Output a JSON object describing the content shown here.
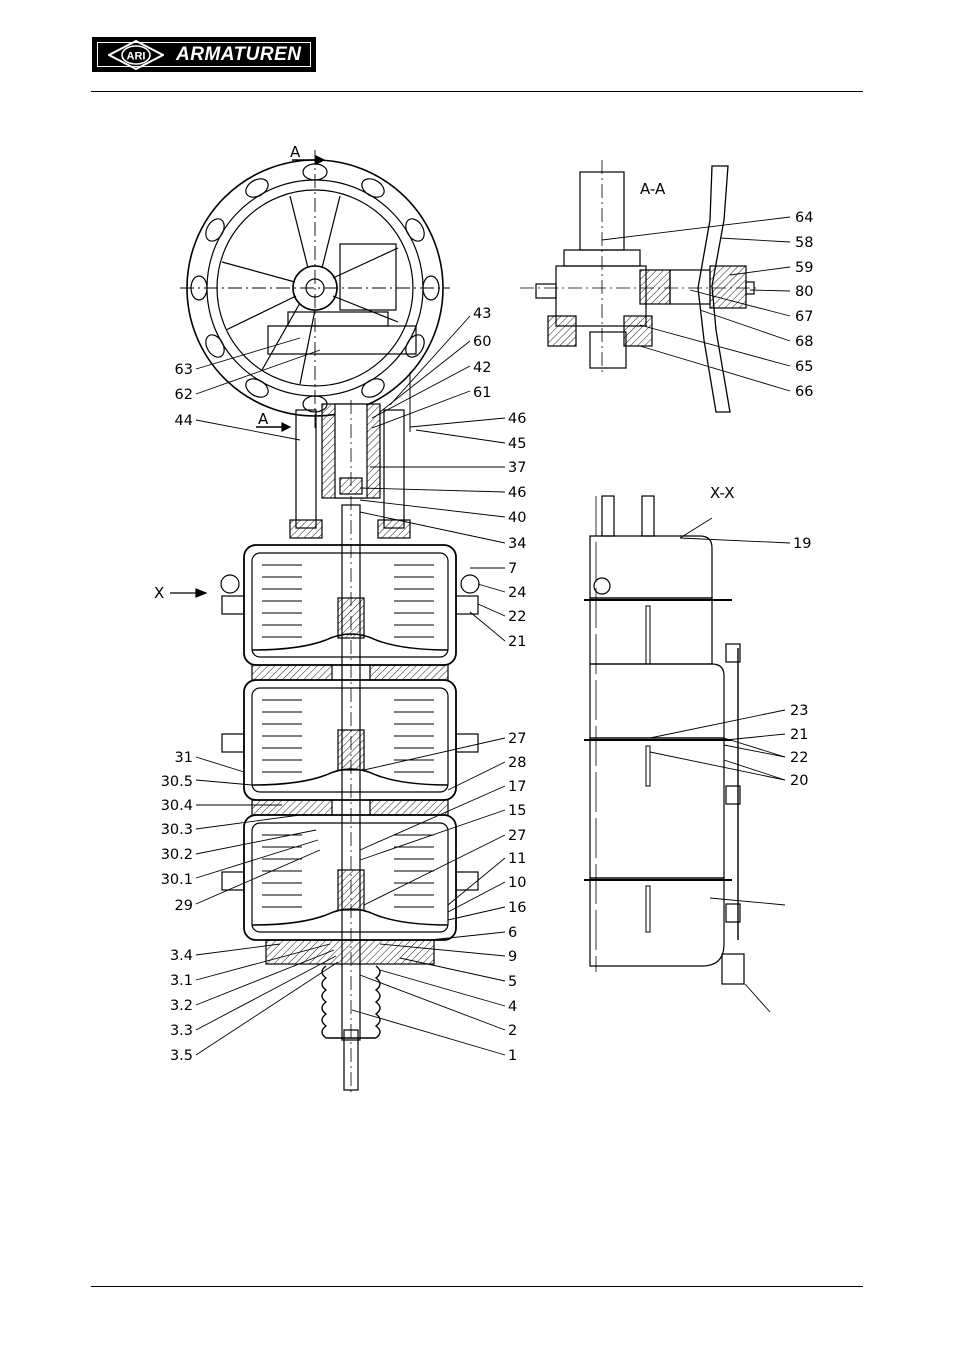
{
  "header": {
    "brand_badge": "ARI",
    "brand_name": "ARMATUREN"
  },
  "views": {
    "section_aa": "A-A",
    "section_xx": "X-X",
    "arrow_a_top": "A",
    "arrow_a_bottom": "A",
    "arrow_x": "X"
  },
  "labels_main_left": [
    {
      "id": "63",
      "text": "63"
    },
    {
      "id": "62",
      "text": "62"
    },
    {
      "id": "44",
      "text": "44"
    },
    {
      "id": "31",
      "text": "31"
    },
    {
      "id": "30_5",
      "text": "30.5"
    },
    {
      "id": "30_4",
      "text": "30.4"
    },
    {
      "id": "30_3",
      "text": "30.3"
    },
    {
      "id": "30_2",
      "text": "30.2"
    },
    {
      "id": "30_1",
      "text": "30.1"
    },
    {
      "id": "29",
      "text": "29"
    },
    {
      "id": "3_4",
      "text": "3.4"
    },
    {
      "id": "3_1",
      "text": "3.1"
    },
    {
      "id": "3_2",
      "text": "3.2"
    },
    {
      "id": "3_3",
      "text": "3.3"
    },
    {
      "id": "3_5",
      "text": "3.5"
    }
  ],
  "labels_main_right": [
    {
      "id": "43",
      "text": "43"
    },
    {
      "id": "60",
      "text": "60"
    },
    {
      "id": "42",
      "text": "42"
    },
    {
      "id": "61",
      "text": "61"
    },
    {
      "id": "46a",
      "text": "46"
    },
    {
      "id": "45",
      "text": "45"
    },
    {
      "id": "37",
      "text": "37"
    },
    {
      "id": "46b",
      "text": "46"
    },
    {
      "id": "40",
      "text": "40"
    },
    {
      "id": "34",
      "text": "34"
    },
    {
      "id": "7",
      "text": "7"
    },
    {
      "id": "24",
      "text": "24"
    },
    {
      "id": "22",
      "text": "22"
    },
    {
      "id": "21",
      "text": "21"
    },
    {
      "id": "27a",
      "text": "27"
    },
    {
      "id": "28",
      "text": "28"
    },
    {
      "id": "17",
      "text": "17"
    },
    {
      "id": "15",
      "text": "15"
    },
    {
      "id": "27b",
      "text": "27"
    },
    {
      "id": "11",
      "text": "11"
    },
    {
      "id": "10",
      "text": "10"
    },
    {
      "id": "16",
      "text": "16"
    },
    {
      "id": "6",
      "text": "6"
    },
    {
      "id": "9",
      "text": "9"
    },
    {
      "id": "5",
      "text": "5"
    },
    {
      "id": "4",
      "text": "4"
    },
    {
      "id": "2",
      "text": "2"
    },
    {
      "id": "1",
      "text": "1"
    }
  ],
  "labels_aa": [
    {
      "id": "64",
      "text": "64"
    },
    {
      "id": "58",
      "text": "58"
    },
    {
      "id": "59",
      "text": "59"
    },
    {
      "id": "80",
      "text": "80"
    },
    {
      "id": "67",
      "text": "67"
    },
    {
      "id": "68",
      "text": "68"
    },
    {
      "id": "65",
      "text": "65"
    },
    {
      "id": "66",
      "text": "66"
    }
  ],
  "labels_xx": [
    {
      "id": "19",
      "text": "19"
    },
    {
      "id": "23",
      "text": "23"
    },
    {
      "id": "21",
      "text": "21"
    },
    {
      "id": "22",
      "text": "22"
    },
    {
      "id": "20",
      "text": "20"
    }
  ]
}
